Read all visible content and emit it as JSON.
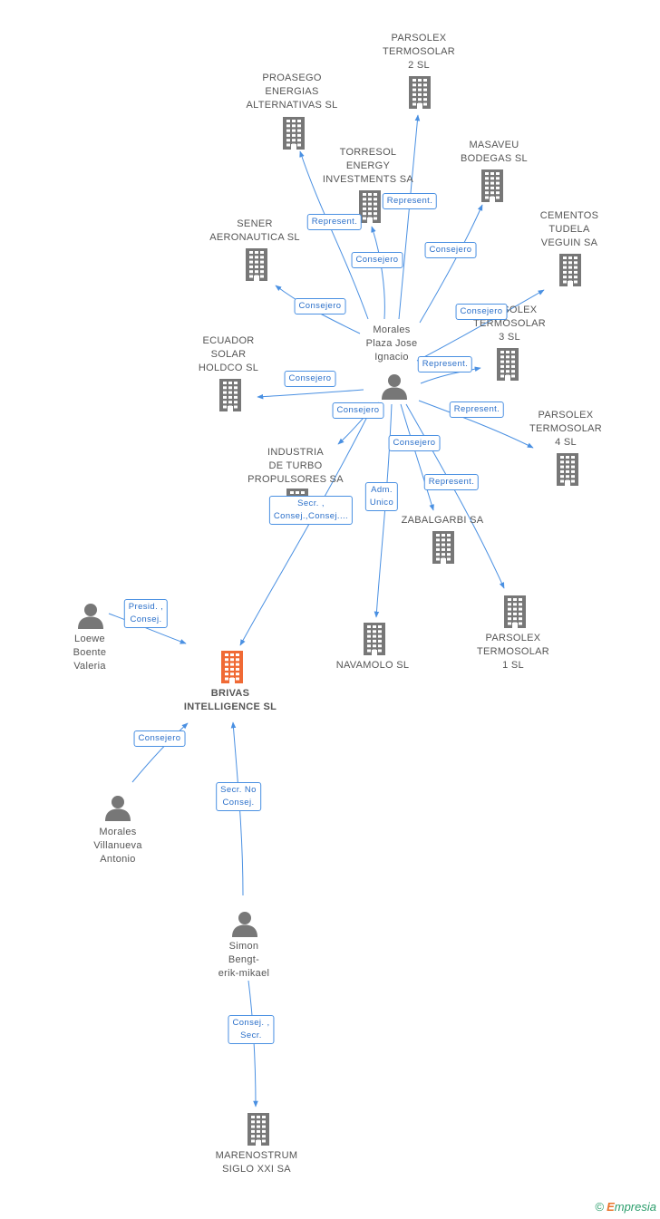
{
  "colors": {
    "company": "#777777",
    "company_main": "#f06a35",
    "person": "#777777",
    "edge": "#4a90e2",
    "edge_text": "#2a6fc9"
  },
  "nodes": [
    {
      "id": "parsolex2",
      "type": "company",
      "lines": [
        "PARSOLEX",
        "TERMOSOLAR",
        "2 SL"
      ]
    },
    {
      "id": "proasego",
      "type": "company",
      "lines": [
        "PROASEGO",
        "ENERGIAS",
        "ALTERNATIVAS SL"
      ]
    },
    {
      "id": "torresol",
      "type": "company",
      "lines": [
        "TORRESOL",
        "ENERGY",
        "INVESTMENTS SA"
      ]
    },
    {
      "id": "masaveu",
      "type": "company",
      "lines": [
        "MASAVEU",
        "BODEGAS  SL"
      ]
    },
    {
      "id": "sener",
      "type": "company",
      "lines": [
        "SENER",
        "AERONAUTICA SL"
      ]
    },
    {
      "id": "cementos",
      "type": "company",
      "lines": [
        "CEMENTOS",
        "TUDELA",
        "VEGUIN SA"
      ]
    },
    {
      "id": "parsolex3",
      "type": "company",
      "lines": [
        "PARSOLEX",
        "TERMOSOLAR",
        "3 SL"
      ]
    },
    {
      "id": "ecuador",
      "type": "company",
      "lines": [
        "ECUADOR",
        "SOLAR",
        "HOLDCO  SL"
      ]
    },
    {
      "id": "morales_pj",
      "type": "person",
      "lines": [
        "Morales",
        "Plaza Jose",
        "Ignacio"
      ]
    },
    {
      "id": "parsolex4",
      "type": "company",
      "lines": [
        "PARSOLEX",
        "TERMOSOLAR",
        "4 SL"
      ]
    },
    {
      "id": "industria",
      "type": "company",
      "lines": [
        "INDUSTRIA",
        "DE TURBO",
        "PROPULSORES SA"
      ]
    },
    {
      "id": "zabalgarbi",
      "type": "company",
      "lines": [
        "ZABALGARBI SA"
      ]
    },
    {
      "id": "loewe",
      "type": "person",
      "lines": [
        "Loewe",
        "Boente",
        "Valeria"
      ]
    },
    {
      "id": "brivas",
      "type": "company_main",
      "lines": [
        "BRIVAS",
        "INTELLIGENCE SL"
      ]
    },
    {
      "id": "navamolo",
      "type": "company",
      "lines": [
        "NAVAMOLO SL"
      ]
    },
    {
      "id": "parsolex1",
      "type": "company",
      "lines": [
        "PARSOLEX",
        "TERMOSOLAR",
        "1 SL"
      ]
    },
    {
      "id": "morales_va",
      "type": "person",
      "lines": [
        "Morales",
        "Villanueva",
        "Antonio"
      ]
    },
    {
      "id": "simon",
      "type": "person",
      "lines": [
        "Simon",
        "Bengt-",
        "erik-mikael"
      ]
    },
    {
      "id": "marenostrum",
      "type": "company",
      "lines": [
        "MARENOSTRUM",
        "SIGLO XXI SA"
      ]
    }
  ],
  "edges": [
    {
      "id": "e_parsolex2",
      "lines": [
        "Represent."
      ]
    },
    {
      "id": "e_proasego",
      "lines": [
        "Represent."
      ]
    },
    {
      "id": "e_torresol",
      "lines": [
        "Consejero"
      ]
    },
    {
      "id": "e_masaveu",
      "lines": [
        "Consejero"
      ]
    },
    {
      "id": "e_sener",
      "lines": [
        "Consejero"
      ]
    },
    {
      "id": "e_cementos",
      "lines": [
        "Consejero"
      ]
    },
    {
      "id": "e_parsolex3",
      "lines": [
        "Represent."
      ]
    },
    {
      "id": "e_ecuador",
      "lines": [
        "Consejero"
      ]
    },
    {
      "id": "e_industria",
      "lines": [
        "Consejero"
      ]
    },
    {
      "id": "e_parsolex4",
      "lines": [
        "Represent."
      ]
    },
    {
      "id": "e_zabalgarbi",
      "lines": [
        "Consejero"
      ]
    },
    {
      "id": "e_parsolex1",
      "lines": [
        "Represent."
      ]
    },
    {
      "id": "e_navamolo",
      "lines": [
        "Adm.",
        "Unico"
      ]
    },
    {
      "id": "e_brivas_mpj",
      "lines": [
        "Secr. ,",
        "Consej.,Consej...."
      ]
    },
    {
      "id": "e_loewe",
      "lines": [
        "Presid. ,",
        "Consej."
      ]
    },
    {
      "id": "e_morales_va",
      "lines": [
        "Consejero"
      ]
    },
    {
      "id": "e_simon_brivas",
      "lines": [
        "Secr.  No",
        "Consej."
      ]
    },
    {
      "id": "e_simon_mare",
      "lines": [
        "Consej. ,",
        "Secr."
      ]
    }
  ],
  "footer": {
    "copyright": "©",
    "brand_e": "E",
    "brand_rest": "mpresia"
  }
}
